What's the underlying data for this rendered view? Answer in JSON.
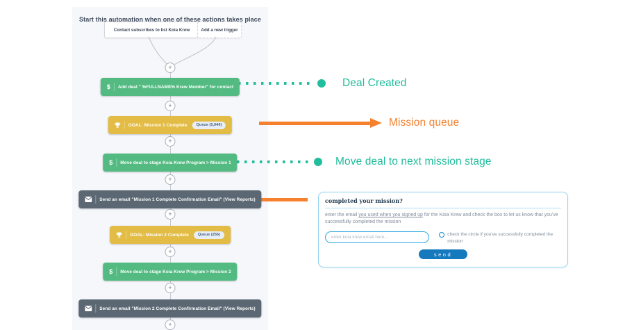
{
  "flow": {
    "title": "Start this automation when one of these actions takes place",
    "triggers": [
      {
        "label": "Contact subscribes to list Koia Krew"
      },
      {
        "label": "Add a new trigger"
      }
    ],
    "add_step_symbol": "+",
    "nodes": [
      {
        "label": "Add deal \" %FULLNAME% Krew Member\" for contact"
      },
      {
        "label": "GOAL: Mission 1 Complete",
        "badge": "Queue (5,044)"
      },
      {
        "label": "Move deal to stage Koia Krew Program > Mission 1"
      },
      {
        "label": "Send an email \"Mission 1 Complete Confirmation Email\" (View Reports)"
      },
      {
        "label": "GOAL: Mission 2 Complete",
        "badge": "Queue (256)"
      },
      {
        "label": "Move deal to stage Koia Krew Program > Mission 2"
      },
      {
        "label": "Send an email \"Mission 2 Complete Confirmation Email\" (View Reports)"
      }
    ]
  },
  "icons": {
    "dollar": "$"
  },
  "annotations": [
    {
      "label": "Deal Created",
      "color": "#21bd9c"
    },
    {
      "label": "Mission queue",
      "color": "#f5812f"
    },
    {
      "label": "Move deal to next mission stage",
      "color": "#21bd9c"
    }
  ],
  "form_card": {
    "title": "completed your mission?",
    "body_pre": "enter the email ",
    "body_link": "you used when you signed up",
    "body_post": " for the Koia Krew and check the box to let us know that you've successfully completed the mission",
    "email_placeholder": "enter koia krew email here...",
    "radio_label": "check the circle if you've successfully completed the mission",
    "send_label": "send"
  },
  "palette": {
    "canvas_bg": "#f6f7fb",
    "node_green": "#53bb81",
    "node_goal_yellow": "#e3bc45",
    "node_email_slate": "#5b6874",
    "annotation_teal": "#21bd9c",
    "annotation_orange": "#f5812f",
    "form_accent_blue": "#2ea7e0",
    "send_button_blue": "#1579bd"
  }
}
